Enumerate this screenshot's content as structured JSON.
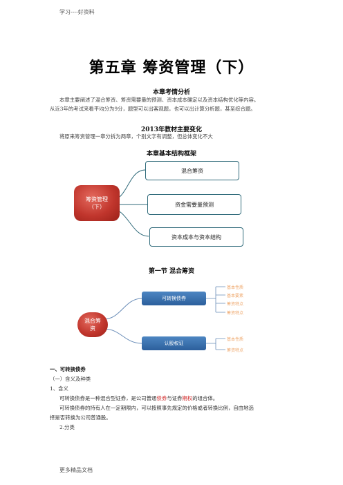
{
  "header": {
    "text": "学习----好资料"
  },
  "footer": {
    "text": "更多精品文档"
  },
  "title": "第五章 筹资管理（下）",
  "section_exam": {
    "heading": "本章考情分析",
    "line1": "本章主要阐述了混合筹资、筹资需要量的预测、资本成本确定以及资本结构优化等内容。",
    "line2": "从近3年的考试来看平均分为9分，题型可以出客观题，也可以出计算分析题，甚至综合题。"
  },
  "section_change": {
    "heading": "2013年教材主要变化",
    "line1": "将原来筹资管理一章分拆为两章，个别文字有调整，但总体变化不大"
  },
  "framework": {
    "heading": "本章基本结构框架",
    "root_line1": "筹资管理",
    "root_line2": "（下）",
    "items": [
      "混合筹资",
      "资金需要量预测",
      "资本成本与资本结构"
    ]
  },
  "section1": {
    "heading": "第一节  混合筹资",
    "root_line1": "混合筹",
    "root_line2": "资",
    "branch1": "可转换债券",
    "branch1_leaves": [
      "基本性质",
      "基本要素",
      "筹资特点",
      "筹资特点"
    ],
    "branch2": "认股权证",
    "branch2_leaves": [
      "基本性质",
      "筹资特点"
    ]
  },
  "content": {
    "h1": "一、可转换债券",
    "sub1": "（一）含义及种类",
    "sub2": "1、含义",
    "p1_pre": "可转换债券是一种混合型证券，是公司普通",
    "p1_red1": "债券",
    "p1_mid": "与证券",
    "p1_red2": "期权",
    "p1_post": "的组合体。",
    "p2_line1": "可转换债券的持有人在一定期限内，可以按照事先规定的价格或者转换比例，自由地选",
    "p2_line2": "择是否转换为公司普通股。",
    "sub3": "2.分类"
  }
}
